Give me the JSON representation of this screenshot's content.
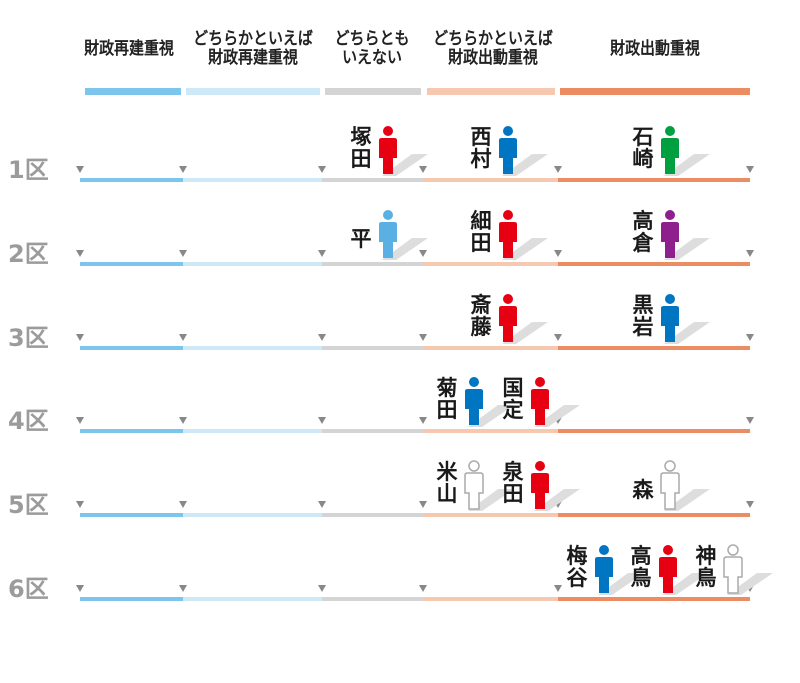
{
  "categories": [
    {
      "label": "財政再建重視",
      "color": "#7dc5ec"
    },
    {
      "label": "どちらかといえば\n財政再建重視",
      "color": "#cde8f7"
    },
    {
      "label": "どちらとも\nいえない",
      "color": "#d4d4d4"
    },
    {
      "label": "どちらかといえば\n財政出動重視",
      "color": "#f7c8b0"
    },
    {
      "label": "財政出動重視",
      "color": "#ec8c63"
    }
  ],
  "districts": [
    {
      "label": "1区",
      "candidates": [
        {
          "name": "塚田",
          "color": "#e60012",
          "filled": true,
          "pos": 3.0
        },
        {
          "name": "西村",
          "color": "#0075c2",
          "filled": true,
          "pos": 4.15
        },
        {
          "name": "石崎",
          "color": "#00a040",
          "filled": true,
          "pos": 5.4
        }
      ]
    },
    {
      "label": "2区",
      "candidates": [
        {
          "name": "平",
          "color": "#5ab0e3",
          "filled": true,
          "pos": 3.0
        },
        {
          "name": "細田",
          "color": "#e60012",
          "filled": true,
          "pos": 4.15
        },
        {
          "name": "高倉",
          "color": "#8e1f8d",
          "filled": true,
          "pos": 5.4
        }
      ]
    },
    {
      "label": "3区",
      "candidates": [
        {
          "name": "斎藤",
          "color": "#e60012",
          "filled": true,
          "pos": 4.15
        },
        {
          "name": "黒岩",
          "color": "#0075c2",
          "filled": true,
          "pos": 5.4
        }
      ]
    },
    {
      "label": "4区",
      "candidates": [
        {
          "name": "菊田",
          "color": "#0075c2",
          "filled": true,
          "pos": 3.7
        },
        {
          "name": "国定",
          "color": "#e60012",
          "filled": true,
          "pos": 4.4
        }
      ]
    },
    {
      "label": "5区",
      "candidates": [
        {
          "name": "米山",
          "color": "#aaaaaa",
          "filled": false,
          "pos": 3.7
        },
        {
          "name": "泉田",
          "color": "#e60012",
          "filled": true,
          "pos": 4.4
        },
        {
          "name": "森",
          "color": "#aaaaaa",
          "filled": false,
          "pos": 5.4
        }
      ]
    },
    {
      "label": "6区",
      "candidates": [
        {
          "name": "梅谷",
          "color": "#0075c2",
          "filled": true,
          "pos": 4.85
        },
        {
          "name": "高鳥",
          "color": "#e60012",
          "filled": true,
          "pos": 5.5
        },
        {
          "name": "神鳥",
          "color": "#aaaaaa",
          "filled": false,
          "pos": 6.2
        }
      ]
    }
  ]
}
